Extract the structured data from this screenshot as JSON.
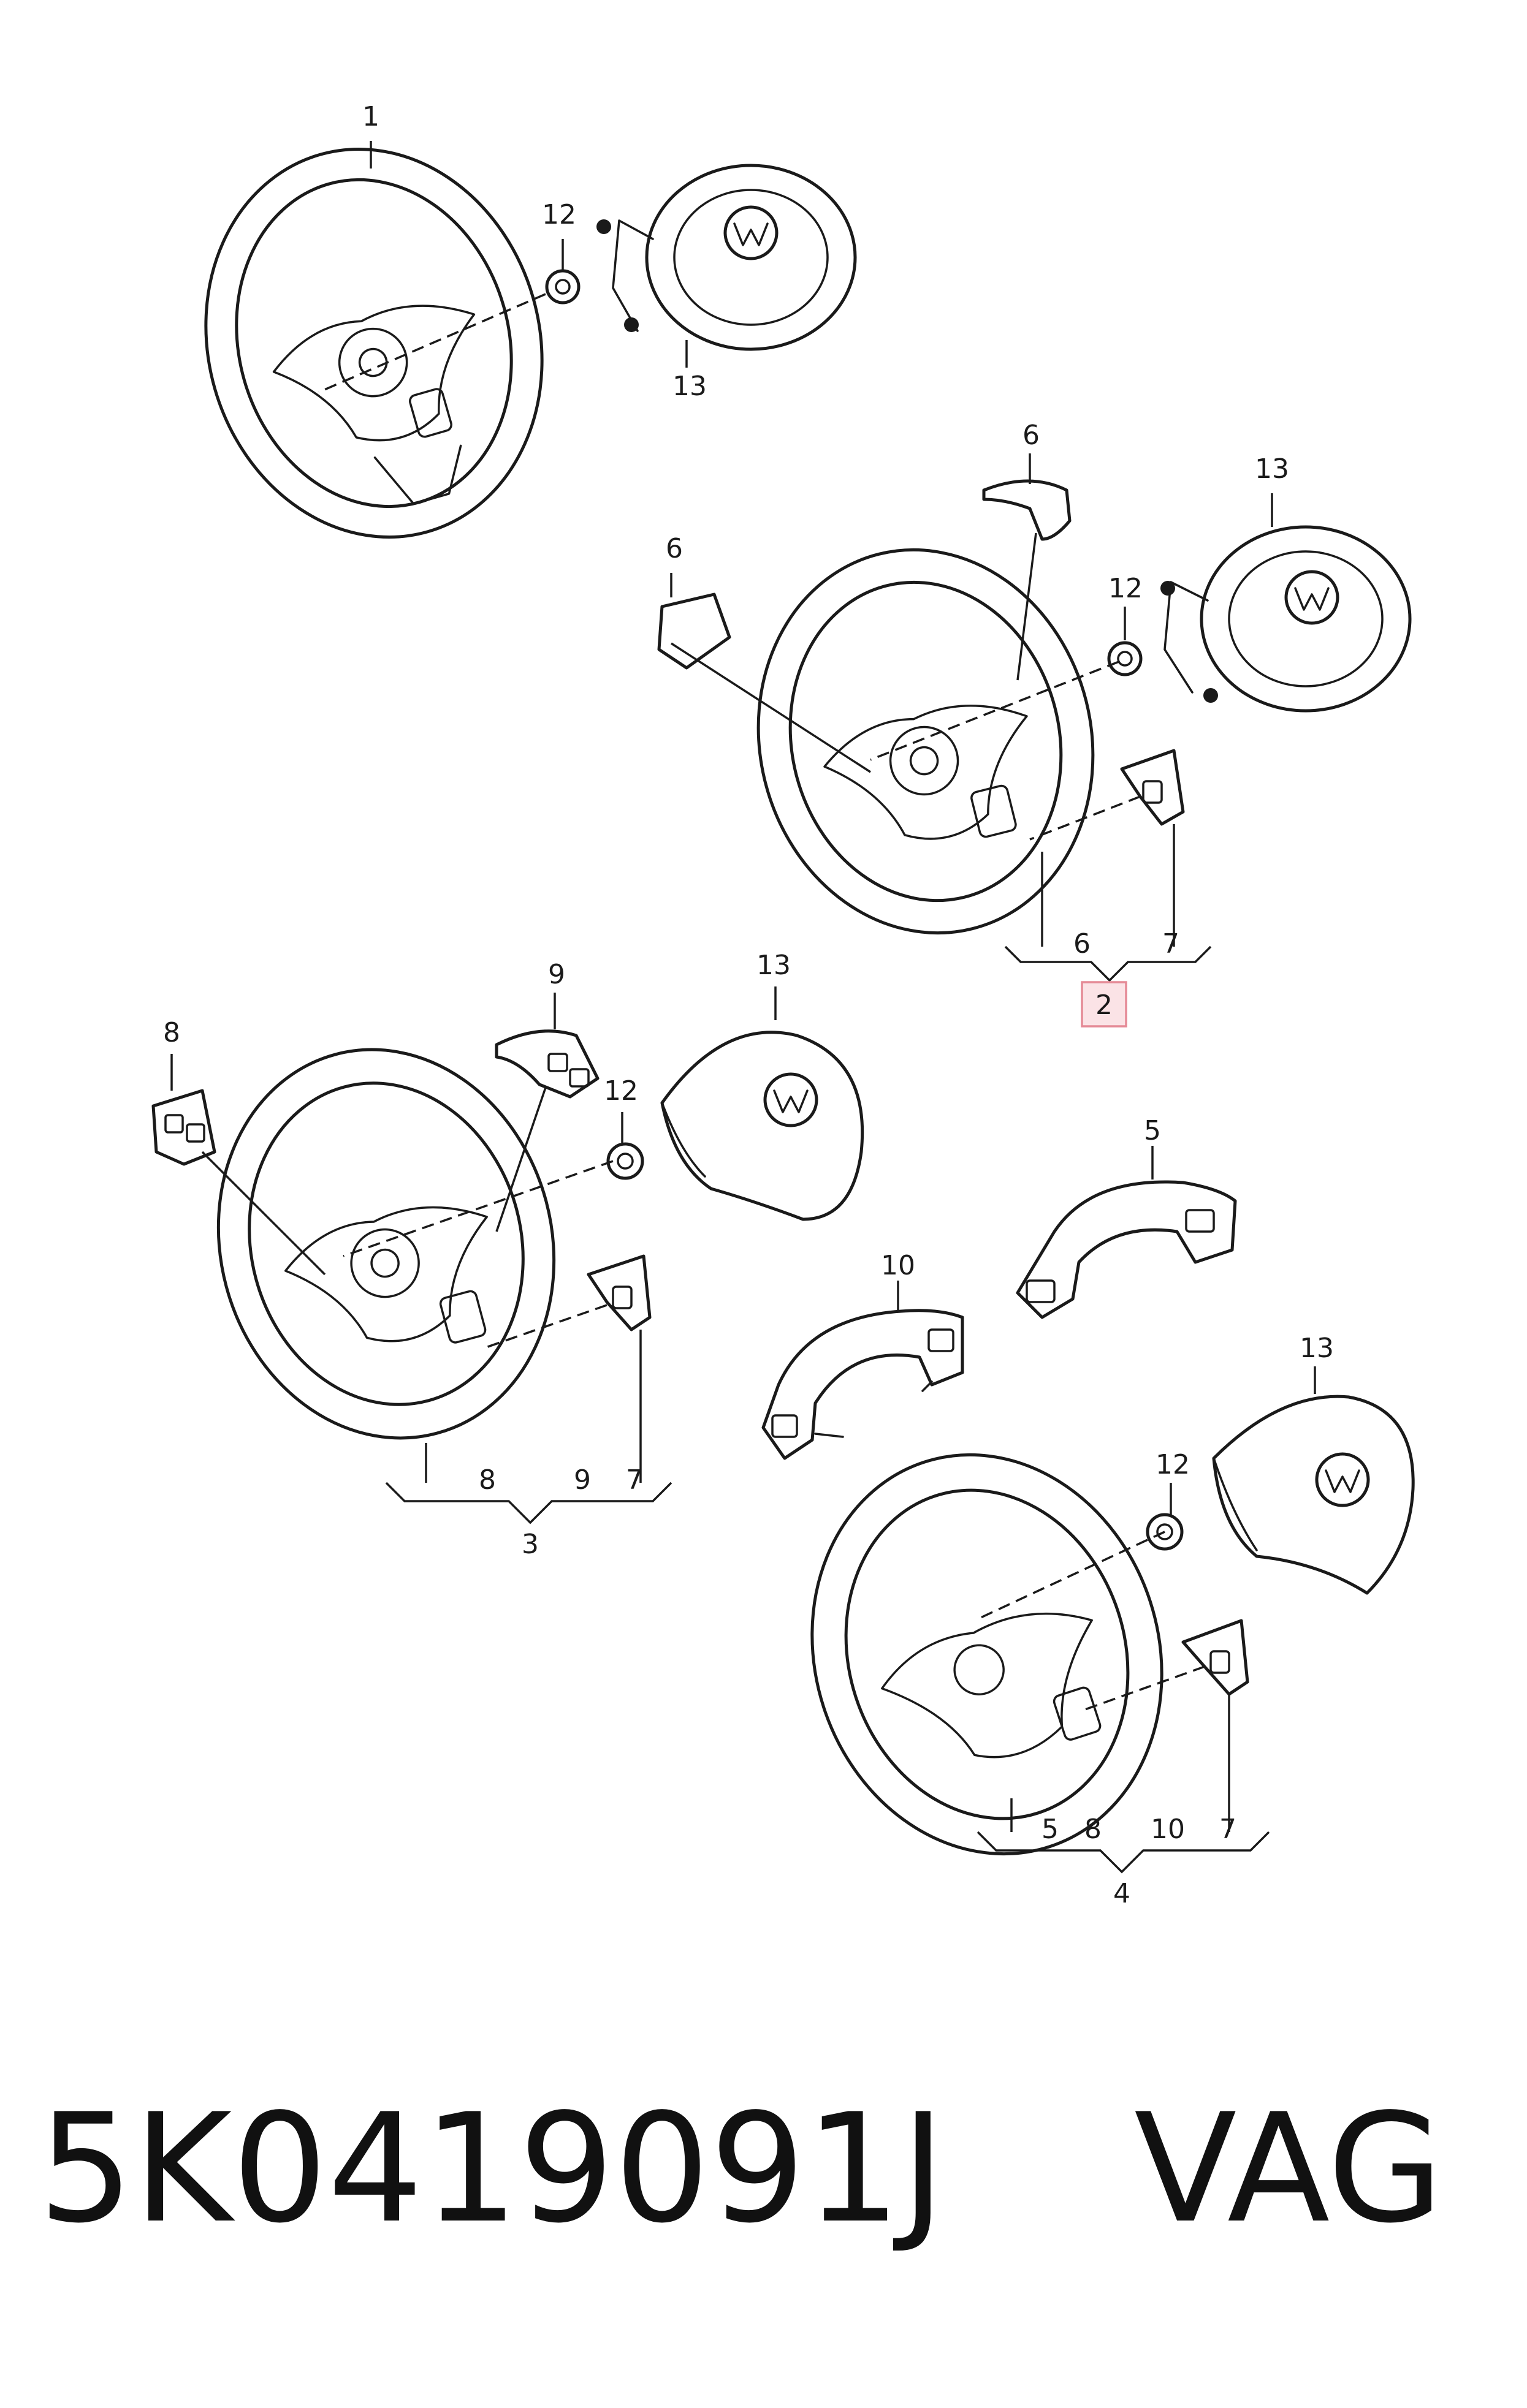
{
  "diagram": {
    "parts": {
      "p1": "1",
      "p2": "2",
      "p3": "3",
      "p4": "4",
      "p5": "5",
      "p6": "6",
      "p7": "7",
      "p8": "8",
      "p9": "9",
      "p10": "10",
      "p12": "12",
      "p13": "13"
    },
    "highlighted_part": "2",
    "highlight_color": "#fbe3e6"
  },
  "footer": {
    "part_number": "5K0419091J",
    "brand": "VAG"
  }
}
